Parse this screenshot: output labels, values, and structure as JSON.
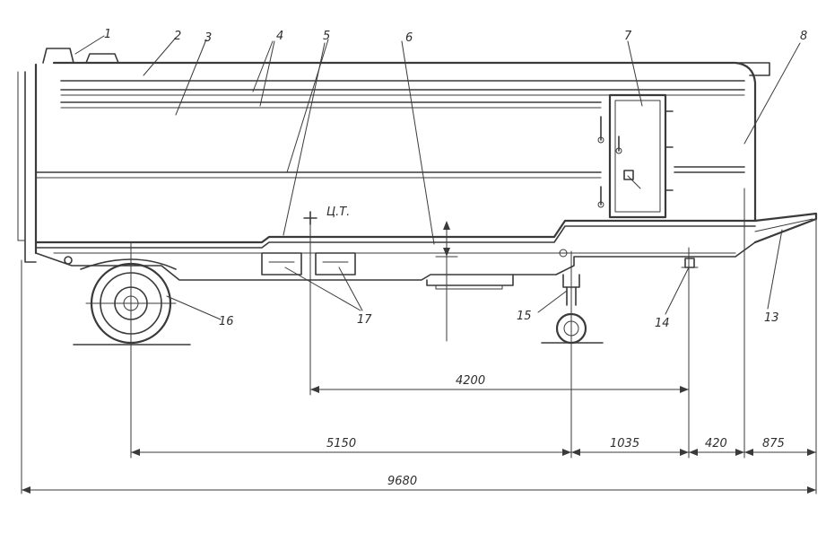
{
  "callouts": [
    "1",
    "2",
    "3",
    "4",
    "5",
    "6",
    "7",
    "8",
    "13",
    "14",
    "15",
    "16",
    "17"
  ],
  "cg_label": "Ц.Т.",
  "dimensions": {
    "d4200": "4200",
    "d5150": "5150",
    "d1035": "1035",
    "d420": "420",
    "d875": "875",
    "d9680": "9680"
  },
  "colors": {
    "ink": "#3a3a3a",
    "paper": "#ffffff"
  }
}
